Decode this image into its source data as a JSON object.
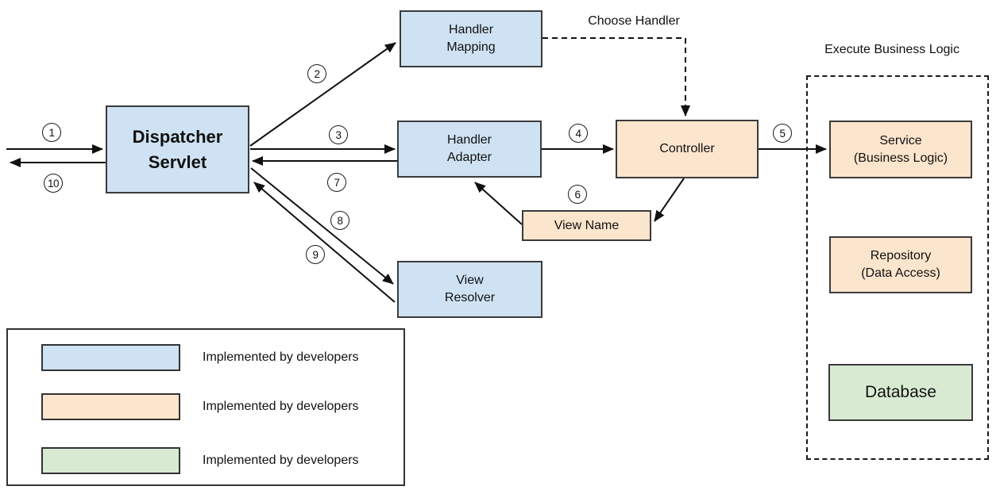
{
  "colors": {
    "node_blue": "#cfe2f3",
    "node_orange": "#fce5cd",
    "node_green": "#d9ead3",
    "border": "#333333",
    "arrow": "#111111"
  },
  "nodes": {
    "dispatcher_servlet": {
      "label": "Dispatcher\nServlet"
    },
    "handler_mapping": {
      "label": "Handler\nMapping"
    },
    "handler_adapter": {
      "label": "Handler\nAdapter"
    },
    "controller": {
      "label": "Controller"
    },
    "view_name": {
      "label": "View Name"
    },
    "view_resolver": {
      "label": "View\nResolver"
    },
    "service": {
      "label": "Service\n(Business Logic)"
    },
    "repository": {
      "label": "Repository\n(Data Access)"
    },
    "database": {
      "label": "Database"
    }
  },
  "annotations": {
    "choose_handler": "Choose Handler",
    "execute_business_logic": "Execute Business Logic"
  },
  "steps": [
    "1",
    "2",
    "3",
    "4",
    "5",
    "6",
    "7",
    "8",
    "9",
    "10"
  ],
  "legend": {
    "items": [
      {
        "color": "#cfe2f3",
        "label": "Implemented by developers"
      },
      {
        "color": "#fce5cd",
        "label": "Implemented by developers"
      },
      {
        "color": "#d9ead3",
        "label": "Implemented by developers"
      }
    ]
  }
}
